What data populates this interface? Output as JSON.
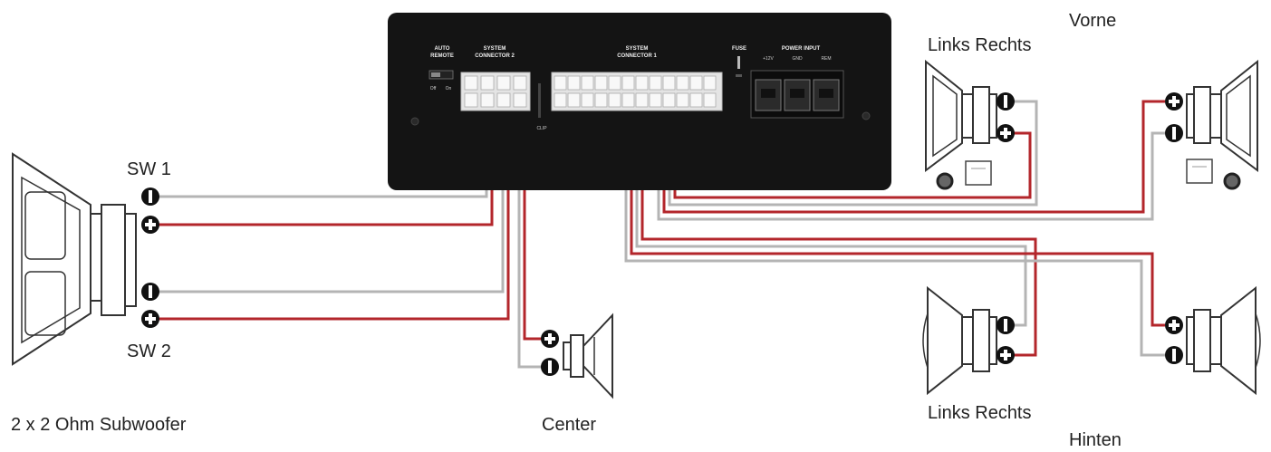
{
  "amplifier": {
    "auto_remote": [
      "AUTO",
      "REMOTE"
    ],
    "system_connector_2": [
      "SYSTEM",
      "CONNECTOR 2"
    ],
    "system_connector_1": [
      "SYSTEM",
      "CONNECTOR 1"
    ],
    "fuse": "FUSE",
    "power_input": "POWER INPUT",
    "power_pins": [
      "+12V",
      "GND",
      "REM"
    ],
    "switch_off": "Off",
    "switch_on": "On",
    "clip": "CLIP"
  },
  "labels": {
    "vorne": "Vorne",
    "links_rechts_front": "Links Rechts",
    "links_rechts_rear": "Links Rechts",
    "hinten": "Hinten",
    "sw1": "SW 1",
    "sw2": "SW 2",
    "subwoofer": "2 x 2 Ohm Subwoofer",
    "center": "Center"
  },
  "terminals": {
    "plus": "+",
    "minus": "−"
  },
  "colors": {
    "positive_wire": "#b3262b",
    "negative_wire": "#b4b4b4",
    "amp_body": "#141414"
  }
}
